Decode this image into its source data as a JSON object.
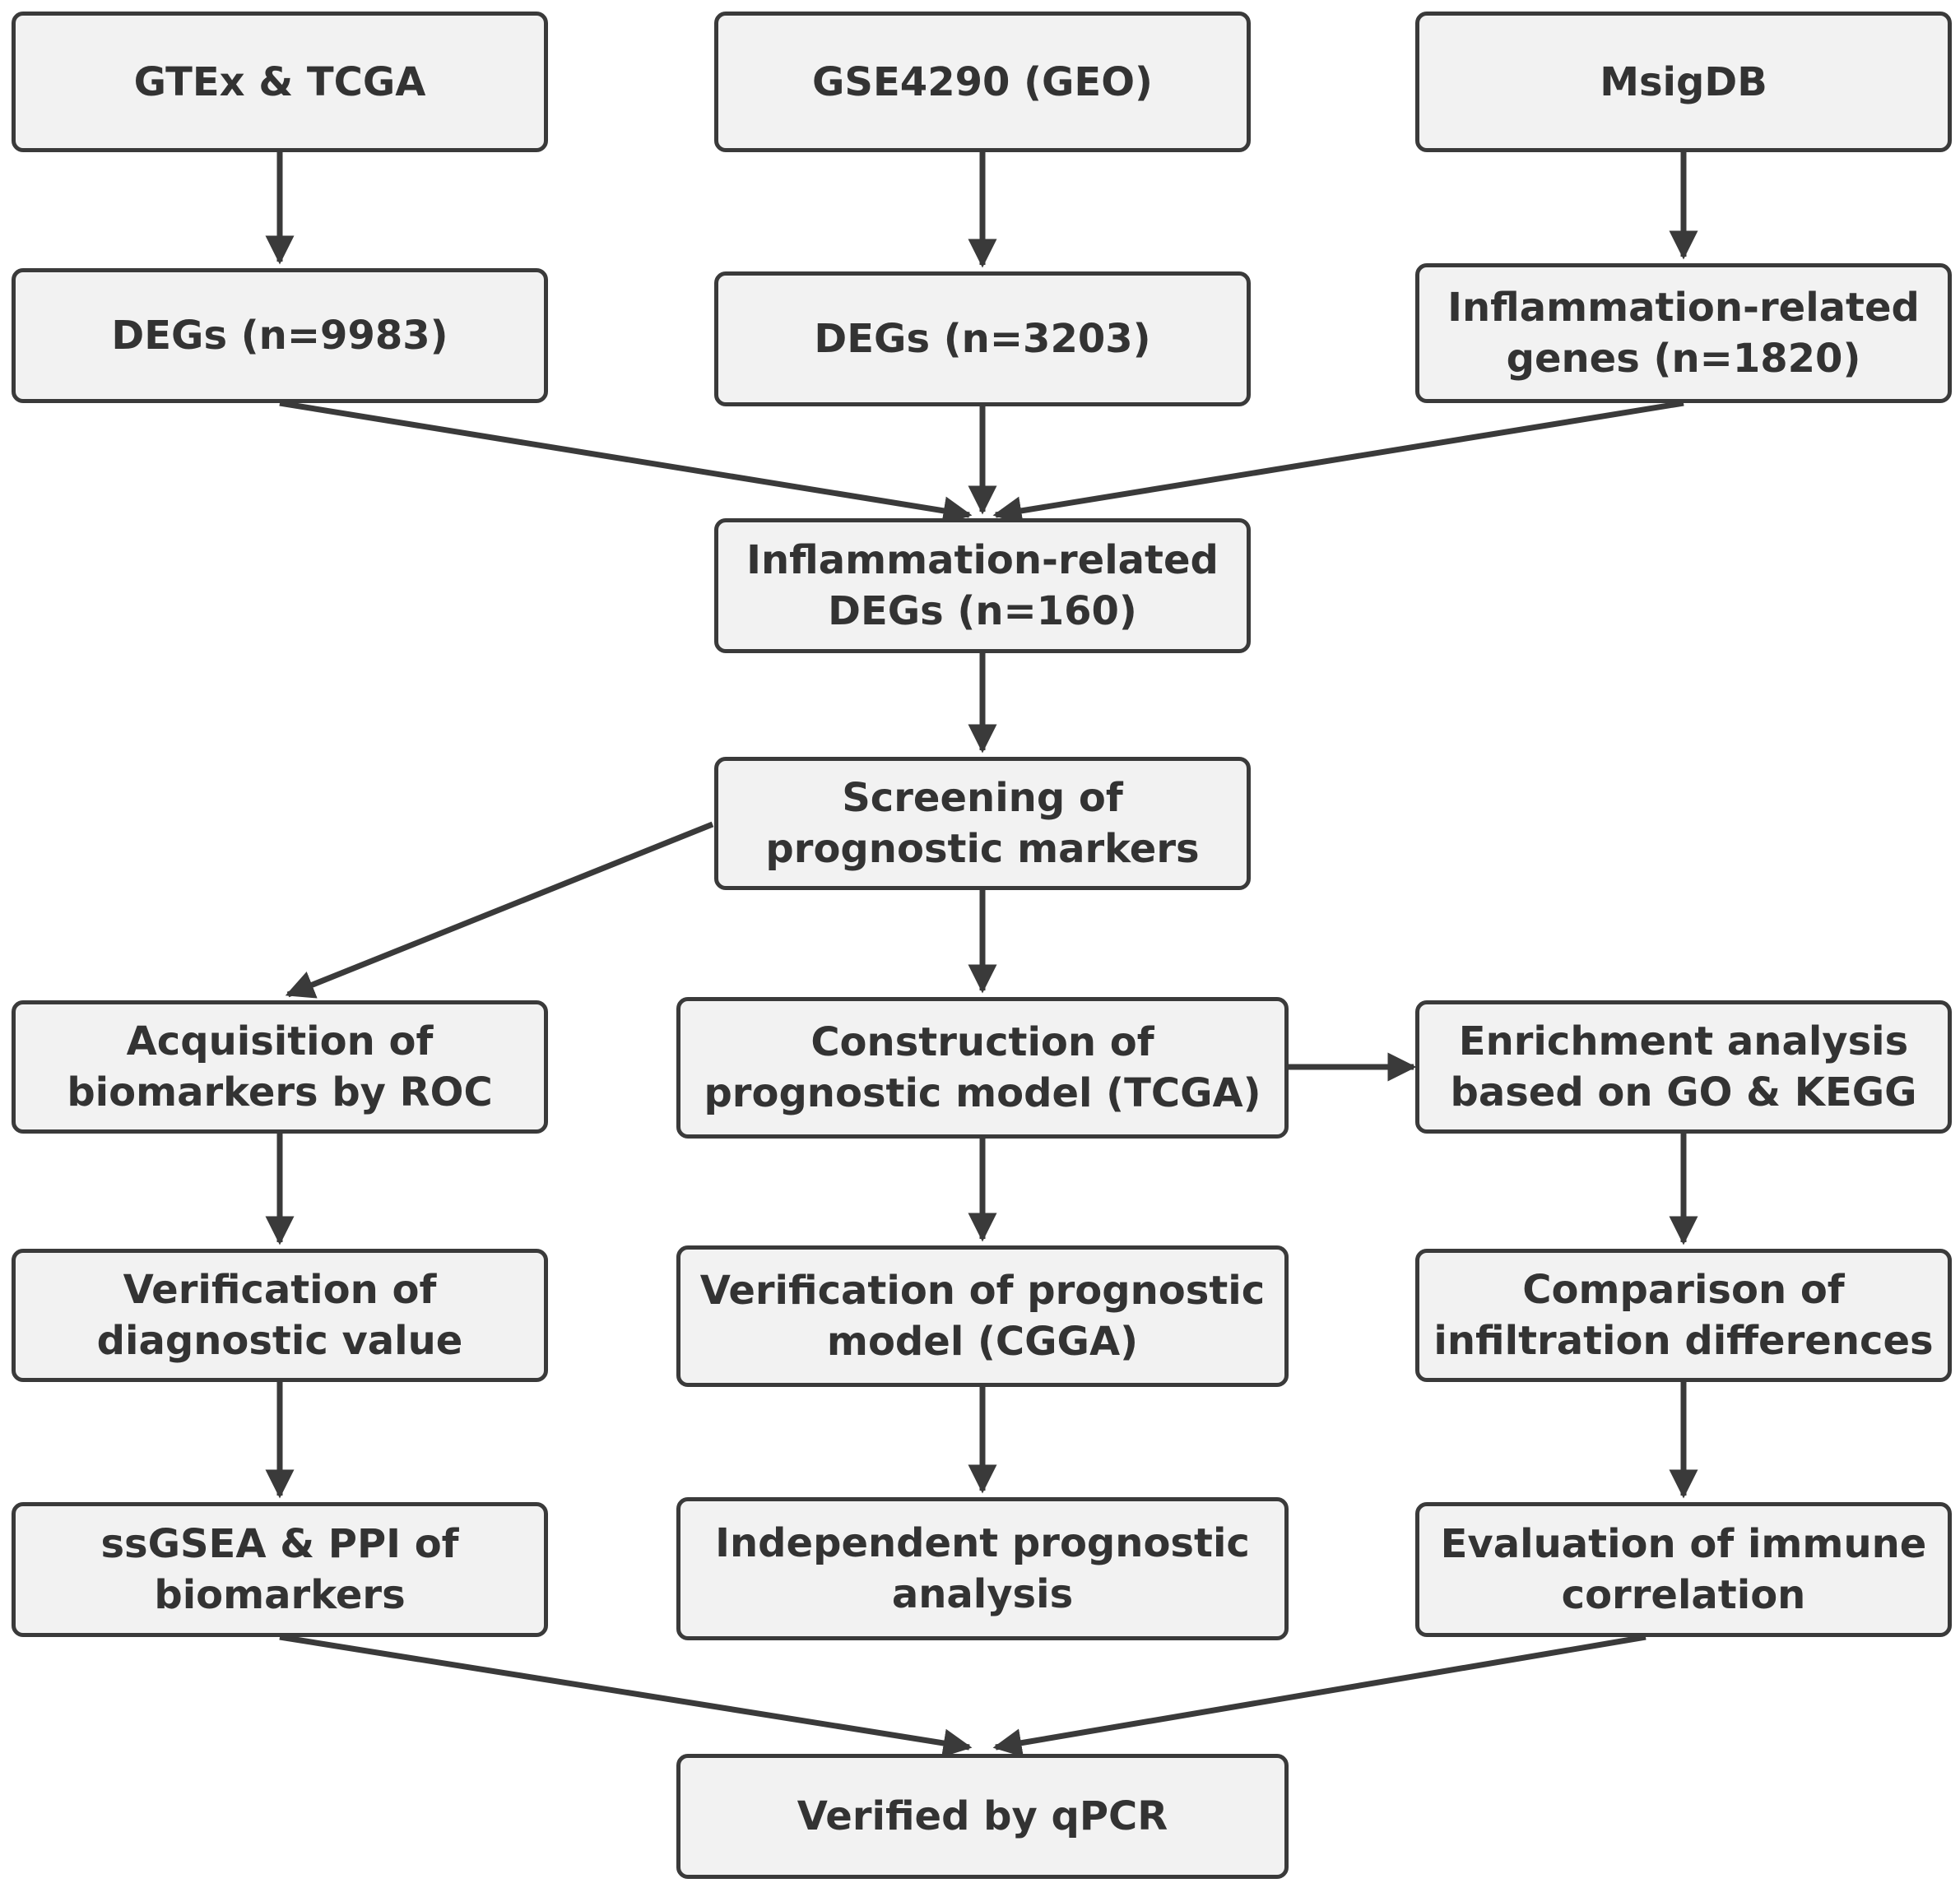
{
  "colors": {
    "box_fill": "#f2f2f2",
    "box_border": "#3a3a3a",
    "text": "#333333",
    "arrow": "#3a3a3a"
  },
  "nodes": {
    "gtex_tcga": "GTEx & TCGA",
    "gse4290": "GSE4290 (GEO)",
    "msigdb": "MsigDB",
    "degs_9983": "DEGs (n=9983)",
    "degs_3203": "DEGs (n=3203)",
    "inflammation_genes": "Inflammation-related\ngenes (n=1820)",
    "inflammation_degs": "Inflammation-related\nDEGs (n=160)",
    "screening": "Screening of\nprognostic markers",
    "acquisition": "Acquisition of\nbiomarkers by ROC",
    "construction": "Construction of\nprognostic model (TCGA)",
    "enrichment": "Enrichment analysis\nbased on GO & KEGG",
    "verification_diag": "Verification of\ndiagnostic value",
    "verification_model": "Verification of prognostic\nmodel (CGGA)",
    "comparison": "Comparison of\ninfiltration differences",
    "ssgsea": "ssGSEA & PPI of\nbiomarkers",
    "independent": "Independent prognostic\nanalysis",
    "evaluation": "Evaluation of immune\ncorrelation",
    "qpcr": "Verified by qPCR"
  }
}
